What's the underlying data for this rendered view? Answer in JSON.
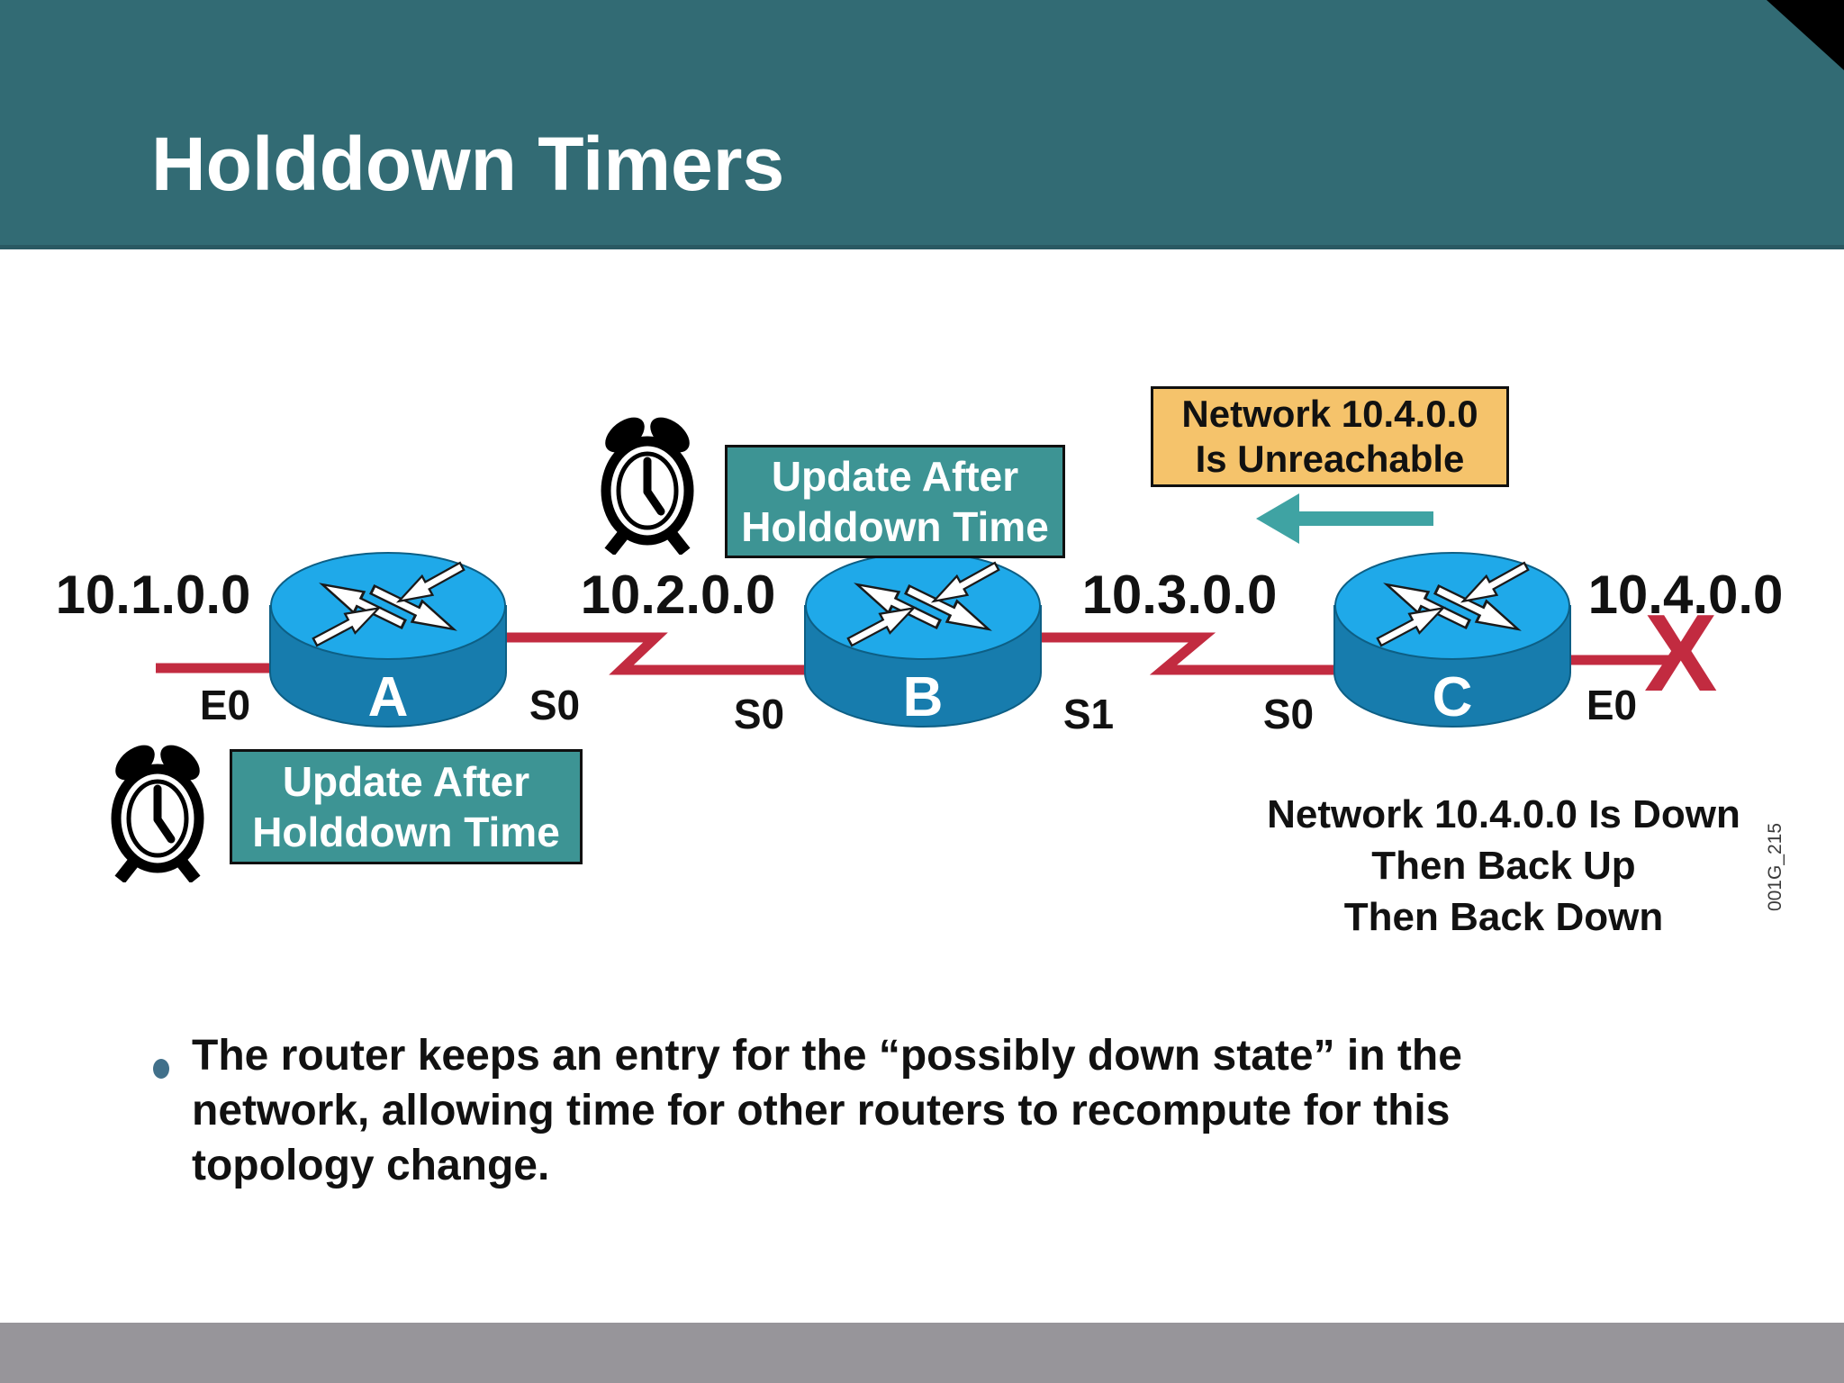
{
  "slide": {
    "title": "Holddown Timers",
    "figure_code": "001G_215",
    "colors": {
      "header_teal": "#326B74",
      "callout_teal": "#3D9494",
      "arrow_teal": "#3FA3A3",
      "callout_orange": "#F5C36B",
      "link_red": "#C22B40",
      "router_top_blue": "#1FA9E9",
      "router_body_blue": "#177CAD",
      "footer_gray": "#97959A"
    }
  },
  "diagram": {
    "network_labels": [
      "10.1.0.0",
      "10.2.0.0",
      "10.3.0.0",
      "10.4.0.0"
    ],
    "routers": [
      {
        "name": "A",
        "interfaces": [
          "E0",
          "S0"
        ]
      },
      {
        "name": "B",
        "interfaces": [
          "S0",
          "S1"
        ]
      },
      {
        "name": "C",
        "interfaces": [
          "S0",
          "E0"
        ]
      }
    ],
    "holddown_callout_a": {
      "line1": "Update After",
      "line2": "Holddown Time"
    },
    "holddown_callout_b": {
      "line1": "Update After",
      "line2": "Holddown Time"
    },
    "unreachable_callout": {
      "line1": "Network 10.4.0.0",
      "line2": "Is Unreachable"
    },
    "status_note": {
      "line1": "Network 10.4.0.0 Is Down",
      "line2": "Then Back Up",
      "line3": "Then Back Down"
    },
    "link_failure_mark": "X"
  },
  "body": {
    "bullet_lines": [
      "The router keeps an entry for the “possibly down state” in the",
      "network, allowing time for other routers to recompute for this",
      "topology change."
    ]
  }
}
